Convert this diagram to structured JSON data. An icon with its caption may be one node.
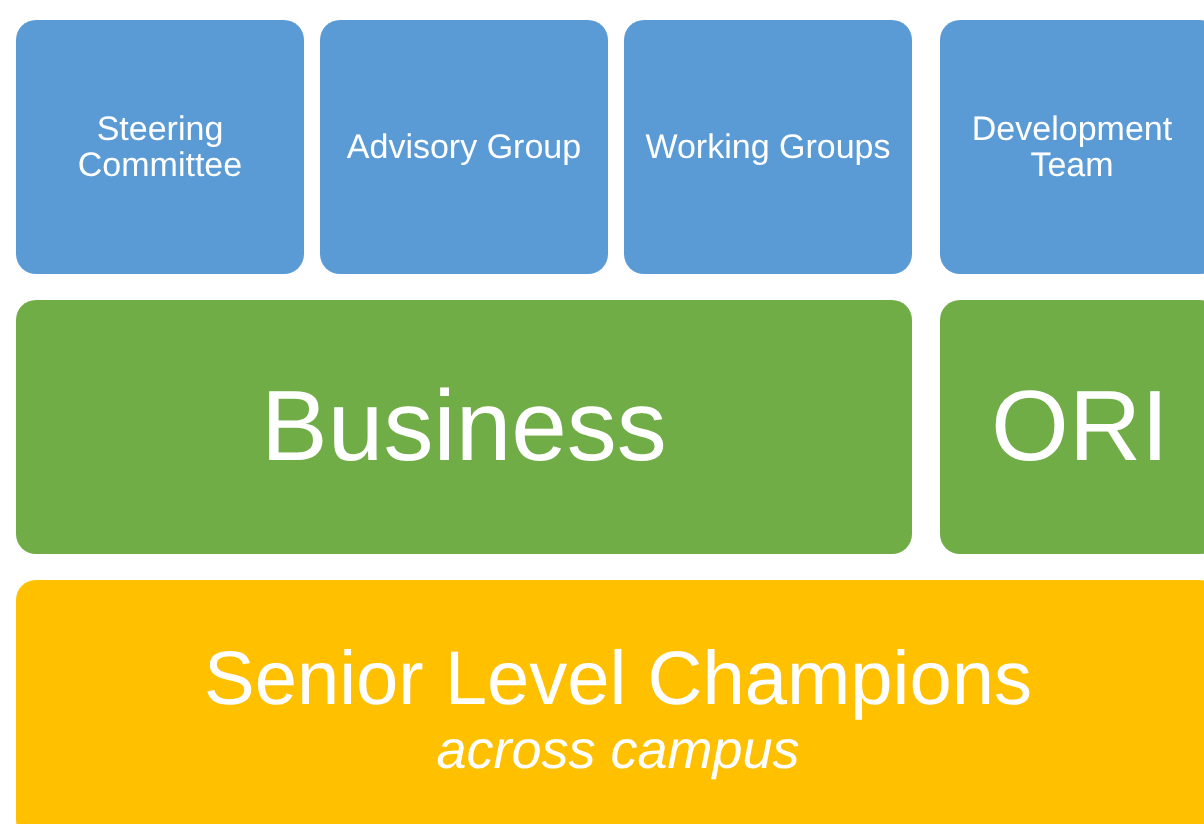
{
  "diagram": {
    "nodes": [
      {
        "text": [
          "Steering Committee"
        ]
      },
      {
        "text": [
          "Advisory Group"
        ]
      },
      {
        "text": [
          "Working Groups"
        ]
      },
      {
        "text": [
          "Development Team"
        ]
      },
      {
        "text": [
          "Business"
        ]
      },
      {
        "text": [
          "ORI"
        ]
      },
      {
        "text": [
          "Senior Level Champions",
          "across campus"
        ]
      }
    ]
  }
}
